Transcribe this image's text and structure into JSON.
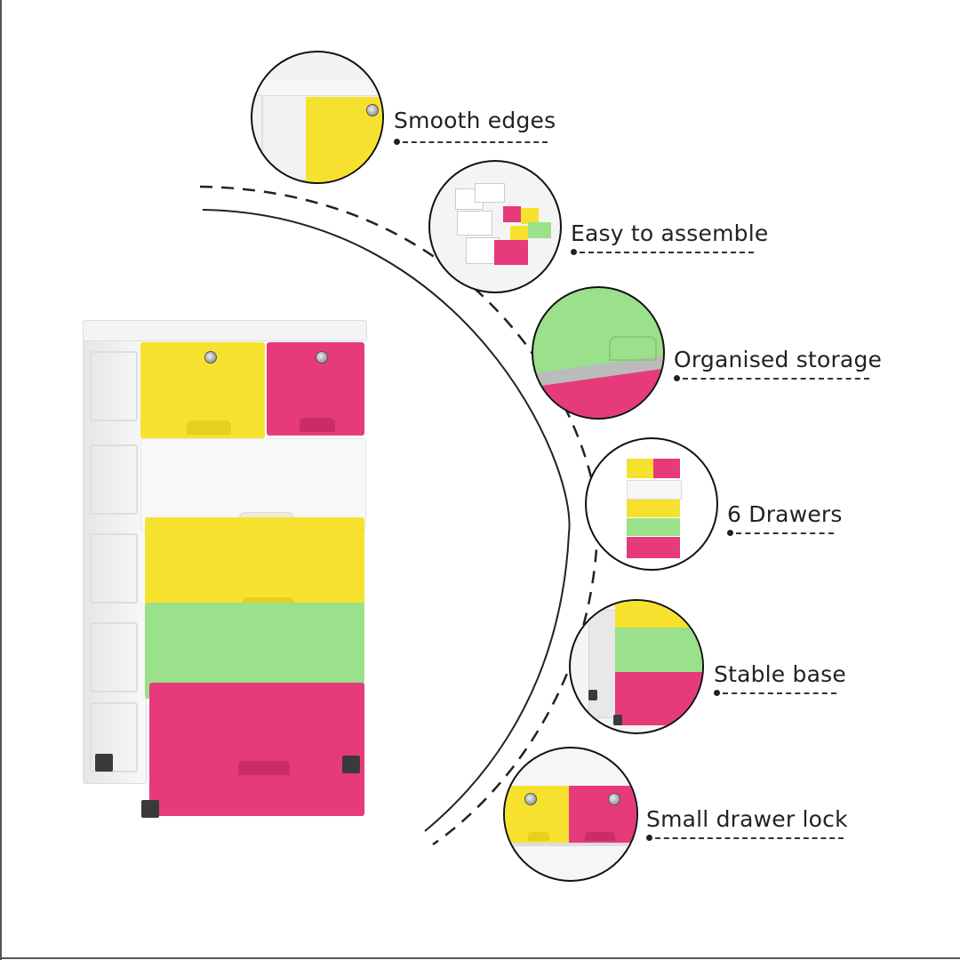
{
  "features": [
    {
      "id": "smooth-edges",
      "label": "Smooth edges"
    },
    {
      "id": "easy-to-assemble",
      "label": "Easy to assemble"
    },
    {
      "id": "organised-storage",
      "label": "Organised storage"
    },
    {
      "id": "six-drawers",
      "label": "6 Drawers"
    },
    {
      "id": "stable-base",
      "label": "Stable base"
    },
    {
      "id": "small-drawer-lock",
      "label": "Small drawer lock"
    }
  ],
  "colors": {
    "yellow": "#f6e22e",
    "pink": "#e63a7a",
    "green": "#9be08a",
    "white": "#f7f7f7",
    "body": "#eeeeee",
    "outline": "#111111"
  },
  "icons": {
    "lock": "lock-icon"
  }
}
